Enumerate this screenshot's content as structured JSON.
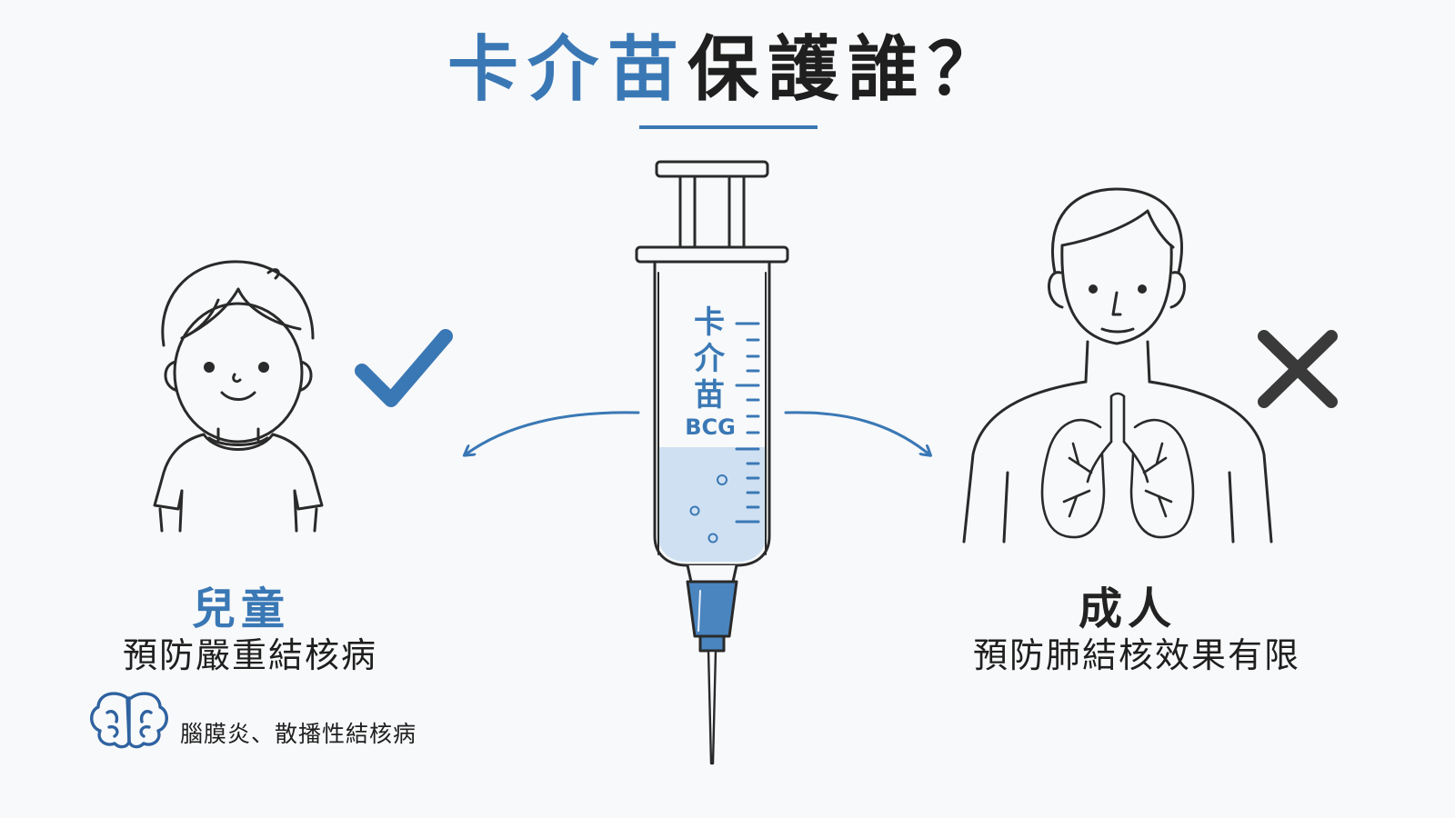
{
  "title": {
    "highlight": "卡介苗",
    "rest": "保護誰？"
  },
  "syringe": {
    "label_chars": [
      "卡",
      "介",
      "苗"
    ],
    "label_code": "BCG"
  },
  "child": {
    "title": "兒童",
    "description": "預防嚴重結核病",
    "mark": "check-mark-icon",
    "note": "腦膜炎、散播性結核病",
    "note_icon": "brain-icon"
  },
  "adult": {
    "title": "成人",
    "description": "預防肺結核效果有限",
    "mark": "cross-mark-icon"
  },
  "colors": {
    "accent": "#3a78b5",
    "ink": "#2a2a2a",
    "liquid": "#cfe0f2",
    "cross": "#3a3a3a"
  }
}
